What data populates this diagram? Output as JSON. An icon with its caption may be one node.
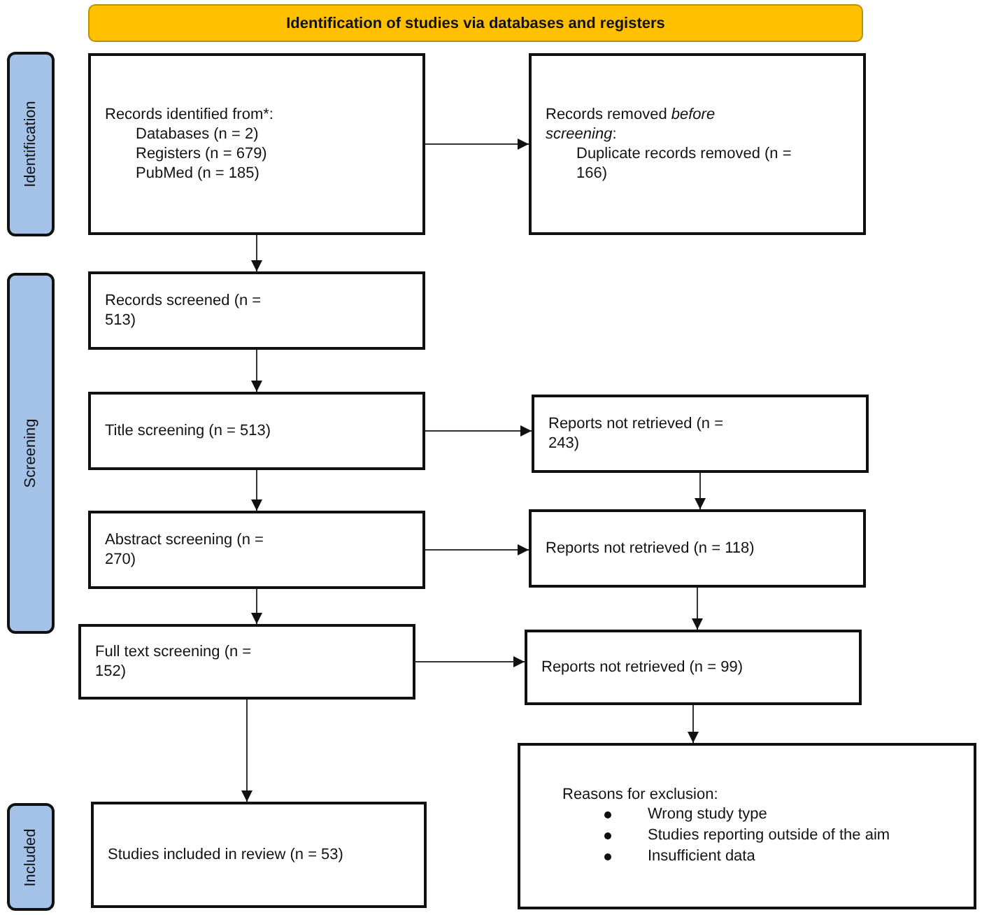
{
  "diagram": {
    "nodes": [
      {
        "text": [
          "Identification of studies via databases and registers"
        ]
      },
      {
        "text": [
          "Identification"
        ]
      },
      {
        "text": [
          "Screening"
        ]
      },
      {
        "text": [
          "Included"
        ]
      },
      {
        "text": [
          "Records identified from*:",
          "Databases (n = 2)",
          "Registers (n = 679)",
          "PubMed (n = 185)"
        ]
      },
      {
        "text": [
          "Records removed *before screening*:",
          "Duplicate records removed (n = 166)"
        ]
      },
      {
        "text": [
          "Records screened (n = 513)"
        ]
      },
      {
        "text": [
          "Title screening (n = 513)"
        ]
      },
      {
        "text": [
          "Reports not retrieved (n = 243)"
        ]
      },
      {
        "text": [
          "Abstract screening (n = 270)"
        ]
      },
      {
        "text": [
          "Reports not retrieved (n = 118)"
        ]
      },
      {
        "text": [
          "Full text screening (n = 152)"
        ]
      },
      {
        "text": [
          "Reports not retrieved (n = 99)"
        ]
      },
      {
        "text": [
          "Studies included in review (n = 53)"
        ]
      },
      {
        "text": [
          "Reasons for exclusion:",
          "Wrong study type",
          "Studies reporting outside of the aim",
          "Insufficient data"
        ]
      }
    ],
    "edges": [
      {
        "from": 4,
        "to": 5,
        "arrow": "to"
      },
      {
        "from": 4,
        "to": 6,
        "arrow": "to"
      },
      {
        "from": 6,
        "to": 7,
        "arrow": "to"
      },
      {
        "from": 7,
        "to": 8,
        "arrow": "to"
      },
      {
        "from": 7,
        "to": 9,
        "arrow": "to"
      },
      {
        "from": 8,
        "to": 10,
        "arrow": "to"
      },
      {
        "from": 9,
        "to": 10,
        "arrow": "to"
      },
      {
        "from": 9,
        "to": 11,
        "arrow": "to"
      },
      {
        "from": 10,
        "to": 12,
        "arrow": "to"
      },
      {
        "from": 11,
        "to": 12,
        "arrow": "to"
      },
      {
        "from": 11,
        "to": 13,
        "arrow": "to"
      },
      {
        "from": 12,
        "to": 14,
        "arrow": "to"
      }
    ]
  }
}
